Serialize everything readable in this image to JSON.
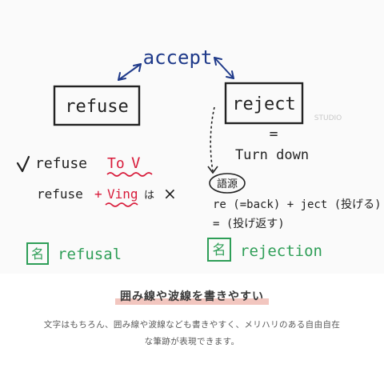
{
  "whiteboard": {
    "accept": "accept",
    "refuse_box": "refuse",
    "reject_box": "reject",
    "equals": "=",
    "turn_down": "Turn down",
    "refuse_to_prefix": "refuse",
    "refuse_to_word": "To",
    "refuse_to_v": "V",
    "refuse_ving_prefix": "refuse",
    "refuse_ving_plus": "+",
    "refuse_ving_word": "Ving",
    "refuse_ving_ha": "は",
    "refuse_ving_x": "×",
    "etymology_label": "語源",
    "etymology_formula": "re (=back) + ject (投げる)",
    "etymology_meaning": "= (投げ返す)",
    "noun_badge": "名",
    "refusal": "refusal",
    "rejection": "rejection",
    "watermark": "STUDIO"
  },
  "caption": {
    "heading": "囲み線や波線を書きやすい",
    "body_line1": "文字はもちろん、囲み線や波線なども書きやすく、メリハリのある自由自在",
    "body_line2": "な筆跡が表現できます。"
  },
  "colors": {
    "ink_black": "#222222",
    "ink_blue": "#1f3a8a",
    "ink_red": "#d81b3a",
    "ink_green": "#2e9e57",
    "highlight_pink": "#f2c6bf"
  }
}
